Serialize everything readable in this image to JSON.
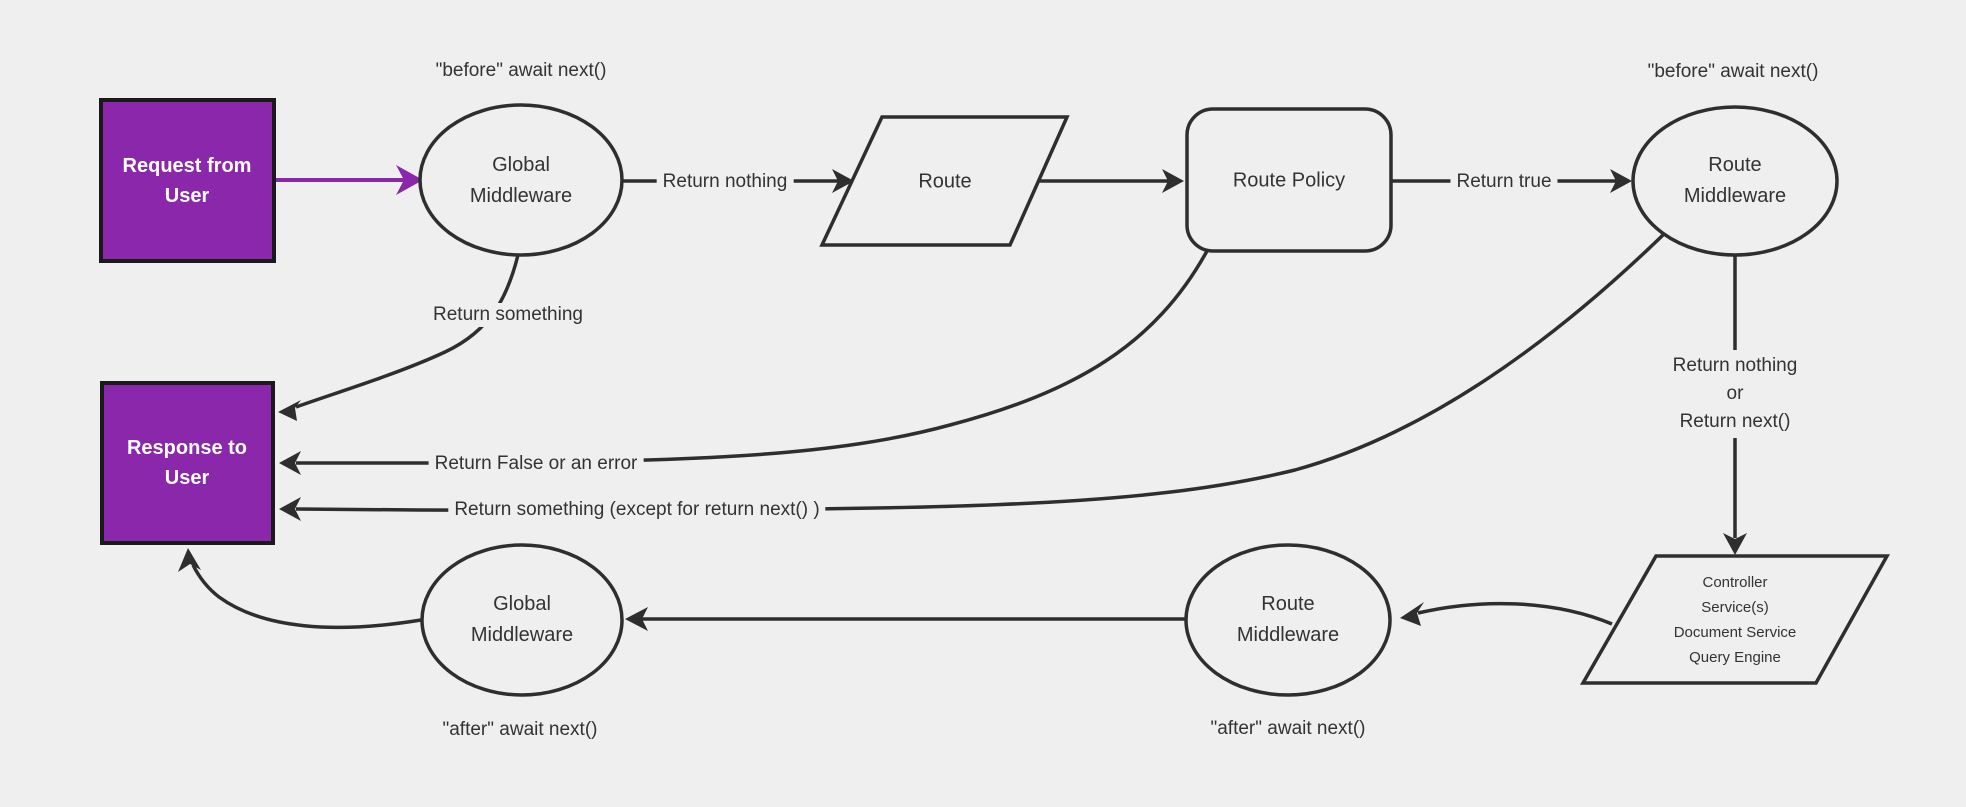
{
  "canvas": {
    "background_color": "#efefef",
    "line_color": "#2e2e2e",
    "accent_purple": "#8a27aa",
    "text_color": "#333333"
  },
  "nodes": {
    "request_from_user": {
      "line1": "Request from",
      "line2": "User"
    },
    "global_middleware_top": {
      "line1": "Global",
      "line2": "Middleware"
    },
    "route": {
      "line1": "Route"
    },
    "route_policy": {
      "line1": "Route Policy"
    },
    "route_middleware_top": {
      "line1": "Route",
      "line2": "Middleware"
    },
    "response_to_user": {
      "line1": "Response to",
      "line2": "User"
    },
    "global_middleware_bottom": {
      "line1": "Global",
      "line2": "Middleware"
    },
    "route_middleware_bottom": {
      "line1": "Route",
      "line2": "Middleware"
    },
    "controller_services": {
      "line1": "Controller",
      "line2": "Service(s)",
      "line3": "Document Service",
      "line4": "Query Engine"
    }
  },
  "edge_labels": {
    "return_nothing_top": "Return nothing",
    "return_true": "Return true",
    "return_something": "Return something",
    "return_false_or_error": "Return False or an error",
    "return_something_except": "Return something (except for return next() )",
    "return_nothing_or": {
      "line1": "Return nothing",
      "line2": "or",
      "line3": "Return next()"
    }
  },
  "annotations": {
    "before_global": "\"before\" await next()",
    "before_route": "\"before\" await next()",
    "after_global": "\"after\" await next()",
    "after_route": "\"after\" await next()"
  }
}
